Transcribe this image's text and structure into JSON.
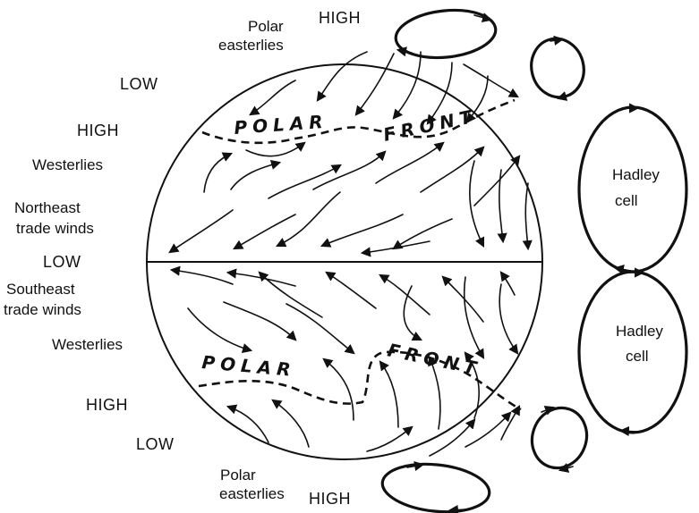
{
  "labels": {
    "high_top": "HIGH",
    "polar_easterlies_top_1": "Polar",
    "polar_easterlies_top_2": "easterlies",
    "low_north": "LOW",
    "high_north": "HIGH",
    "westerlies_north": "Westerlies",
    "ne_trade_1": "Northeast",
    "ne_trade_2": "trade winds",
    "low_equator": "LOW",
    "se_trade_1": "Southeast",
    "se_trade_2": "trade winds",
    "westerlies_south": "Westerlies",
    "high_south": "HIGH",
    "low_south": "LOW",
    "polar_easterlies_bottom_1": "Polar",
    "polar_easterlies_bottom_2": "easterlies",
    "high_bottom": "HIGH"
  },
  "fronts": {
    "north_1": "POLAR",
    "north_2": "FRONT",
    "south_1": "POLAR",
    "south_2": "FRONT"
  },
  "cells": {
    "north_hadley_1": "Hadley",
    "north_hadley_2": "cell",
    "south_hadley_1": "Hadley",
    "south_hadley_2": "cell"
  }
}
